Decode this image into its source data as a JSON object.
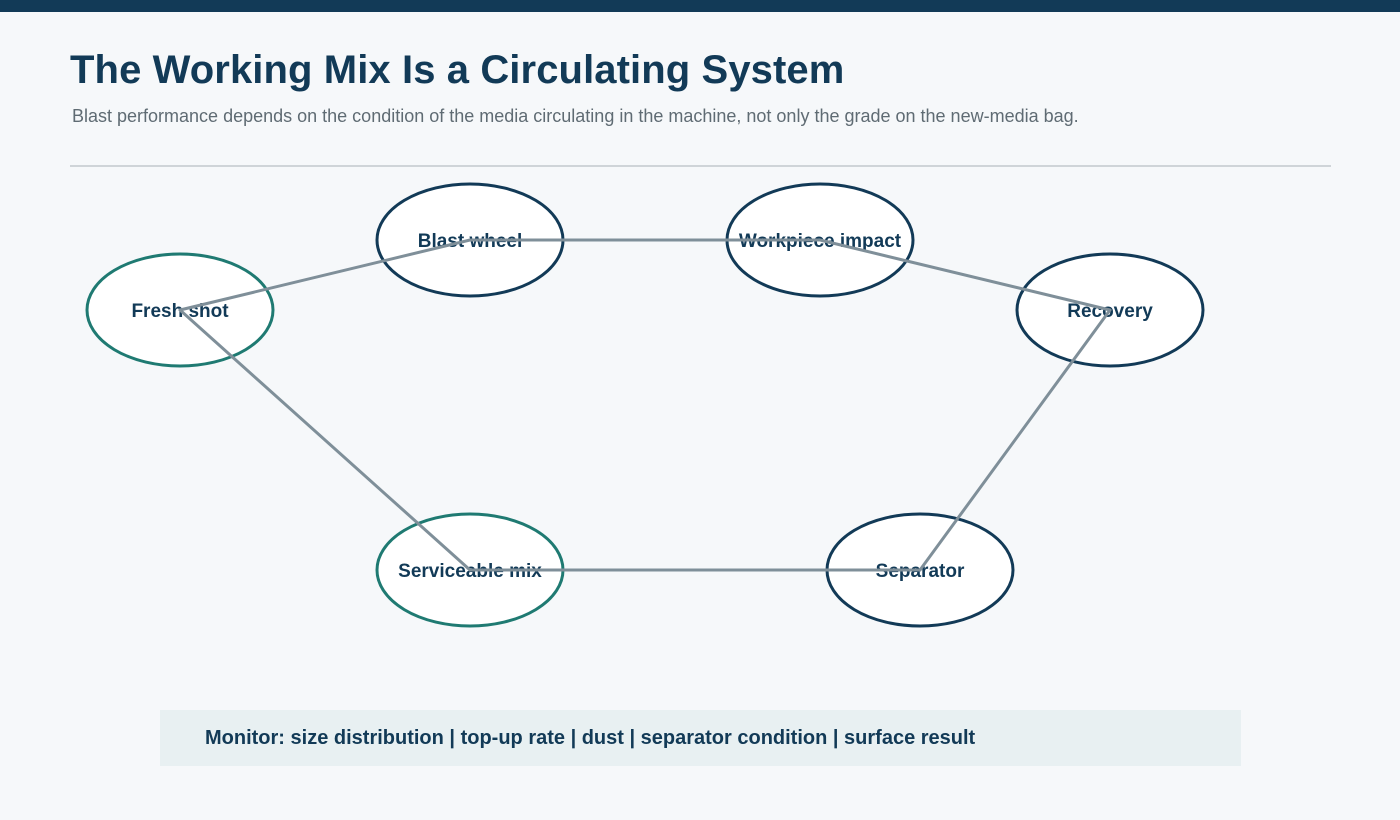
{
  "header": {
    "title": "The Working Mix Is a Circulating System",
    "subtitle": "Blast performance depends on the condition of the media circulating in the machine, not only the grade on the new-media bag."
  },
  "colors": {
    "navy": "#123a57",
    "teal": "#1f7a72",
    "connector": "#7f8f99",
    "background": "#f6f8fa",
    "monitor_background": "#e8f0f2"
  },
  "diagram": {
    "nodes": [
      {
        "id": "fresh-shot",
        "label": "Fresh shot",
        "color": "teal"
      },
      {
        "id": "blast-wheel",
        "label": "Blast wheel",
        "color": "navy"
      },
      {
        "id": "workpiece-impact",
        "label": "Workpiece impact",
        "color": "navy"
      },
      {
        "id": "recovery",
        "label": "Recovery",
        "color": "navy"
      },
      {
        "id": "separator",
        "label": "Separator",
        "color": "navy"
      },
      {
        "id": "serviceable-mix",
        "label": "Serviceable mix",
        "color": "teal"
      }
    ],
    "edges": [
      {
        "from": "fresh-shot",
        "to": "blast-wheel"
      },
      {
        "from": "blast-wheel",
        "to": "workpiece-impact"
      },
      {
        "from": "workpiece-impact",
        "to": "recovery"
      },
      {
        "from": "recovery",
        "to": "separator"
      },
      {
        "from": "separator",
        "to": "serviceable-mix"
      },
      {
        "from": "serviceable-mix",
        "to": "fresh-shot"
      }
    ]
  },
  "monitor": {
    "text": "Monitor: size distribution | top-up rate | dust | separator condition | surface result"
  }
}
